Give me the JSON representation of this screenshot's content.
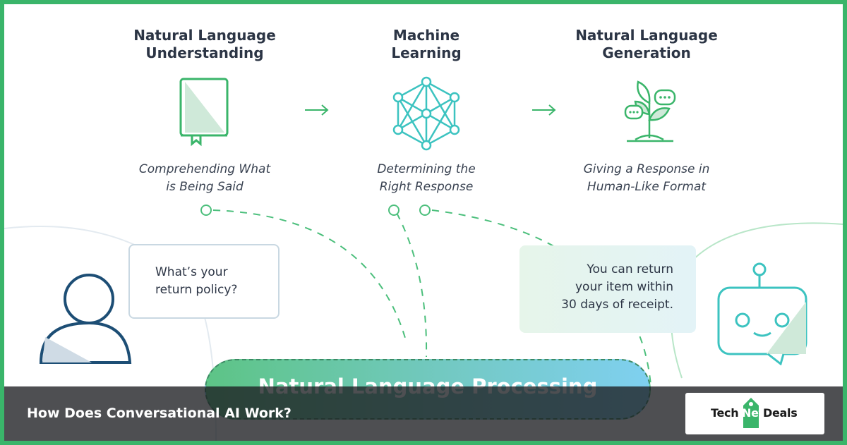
{
  "stages": [
    {
      "title": "Natural Language\nUnderstanding",
      "description": "Comprehending What\nis Being Said",
      "icon": "book-icon"
    },
    {
      "title": "Machine\nLearning",
      "description": "Determining the\nRight Response",
      "icon": "network-icon"
    },
    {
      "title": "Natural Language\nGeneration",
      "description": "Giving a Response in\nHuman-Like Format",
      "icon": "plant-chat-icon"
    }
  ],
  "user_bubble": "What’s your\nreturn policy?",
  "bot_bubble": "You can return\nyour item within\n30 days of receipt.",
  "nlp_label": "Natural Language Processing",
  "caption": "How Does Conversational AI Work?",
  "logo": {
    "part1": "Tech",
    "part2": "Net",
    "part3": "Deals"
  },
  "colors": {
    "accent": "#3ab56a",
    "teal": "#3cc3c0",
    "navy": "#1d4e75"
  }
}
